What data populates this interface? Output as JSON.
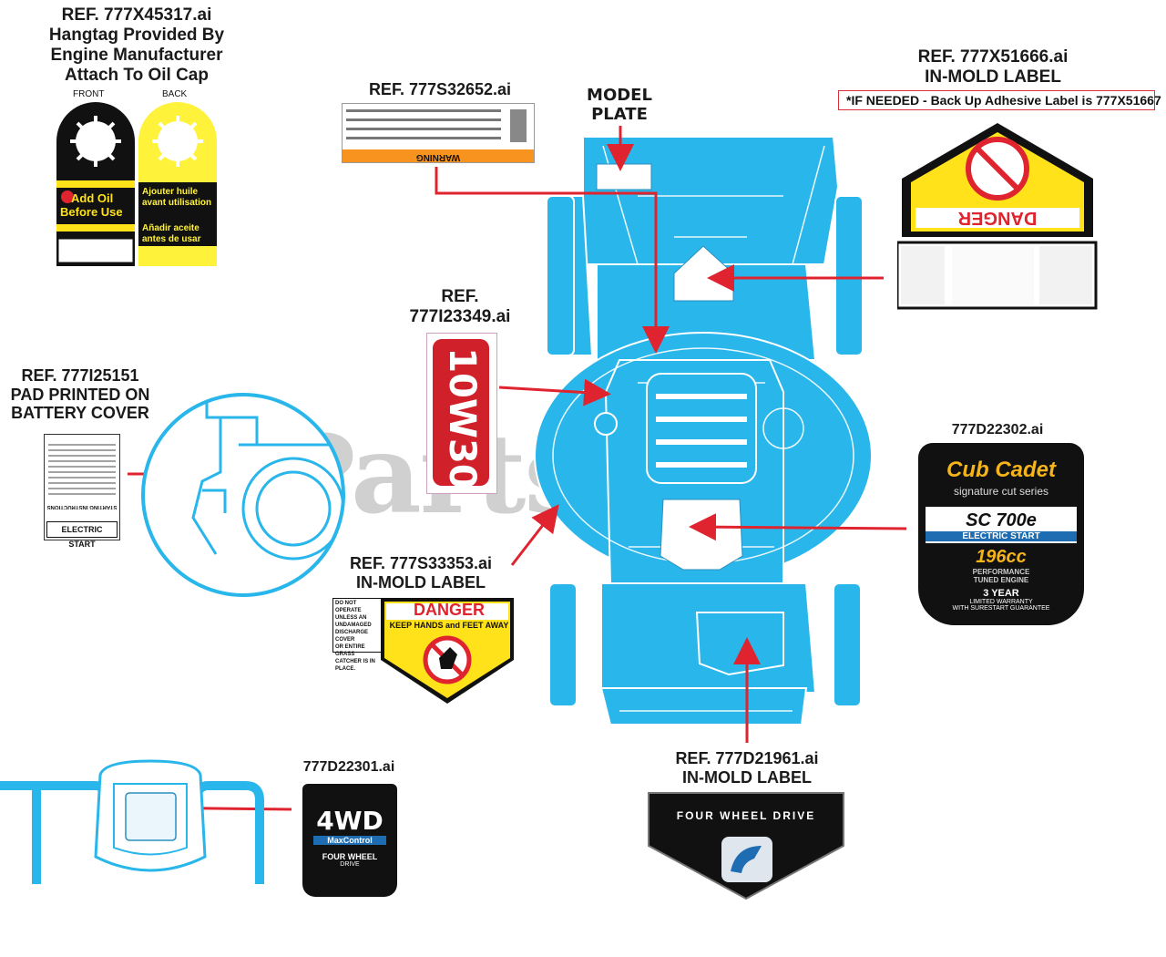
{
  "watermark": "PartsTree",
  "refs": {
    "hangtag": [
      "REF. 777X45317.ai",
      "Hangtag Provided By",
      "Engine Manufacturer",
      "Attach To Oil Cap"
    ],
    "warning_label": "REF. 777S32652.ai",
    "model_plate": [
      "MODEL",
      "PLATE"
    ],
    "inmold_top": [
      "REF. 777X51666.ai",
      "IN-MOLD LABEL"
    ],
    "inmold_top_note": "*IF NEEDED - Back Up Adhesive Label is 777X51667",
    "oil_label": [
      "REF.",
      "777I23349.ai"
    ],
    "battery": [
      "REF. 777I25151",
      "PAD PRINTED ON",
      "BATTERY COVER"
    ],
    "brand_label": "777D22302.ai",
    "danger_label": [
      "REF. 777S33353.ai",
      "IN-MOLD LABEL"
    ],
    "fwd_label": "777D22301.ai",
    "drive_label": [
      "REF. 777D21961.ai",
      "IN-MOLD LABEL"
    ]
  },
  "hangtag": {
    "front": "FRONT",
    "back": "BACK",
    "front_text": [
      "Add Oil",
      "Before Use"
    ],
    "back_text": [
      "Ajouter huile",
      "avant utilisation",
      "Añadir aceite",
      "antes de usar"
    ]
  },
  "warning_text": "WARNING",
  "oil_text": "10W30",
  "danger_text": {
    "title": "DANGER",
    "sub": "KEEP HANDS and FEET AWAY",
    "side": [
      "DO NOT OPERATE",
      "UNLESS AN",
      "UNDAMAGED",
      "DISCHARGE COVER",
      "OR ENTIRE GRASS",
      "CATCHER IS IN",
      "PLACE."
    ]
  },
  "battery_text": {
    "footer": "ELECTRIC START",
    "title": "STARTING INSTRUCTIONS"
  },
  "brand_text": {
    "brand": "Cub Cadet",
    "series": "signature cut series",
    "model": "SC 700e",
    "start": "ELECTRIC START",
    "cc": "196cc",
    "engine": [
      "PERFORMANCE",
      "TUNED ENGINE"
    ],
    "warranty": [
      "3 YEAR",
      "LIMITED WARRANTY",
      "WITH SURESTART GUARANTEE"
    ]
  },
  "fwd_text": {
    "big": "4WD",
    "sub": "MaxControl",
    "line1": "FOUR WHEEL",
    "line2": "DRIVE"
  },
  "drive_text": "FOUR WHEEL DRIVE",
  "colors": {
    "mower": "#29b6ea",
    "arrow": "#e0242f",
    "danger_yellow": "#ffe21a",
    "hangtag_yellow": "#fff23a"
  }
}
